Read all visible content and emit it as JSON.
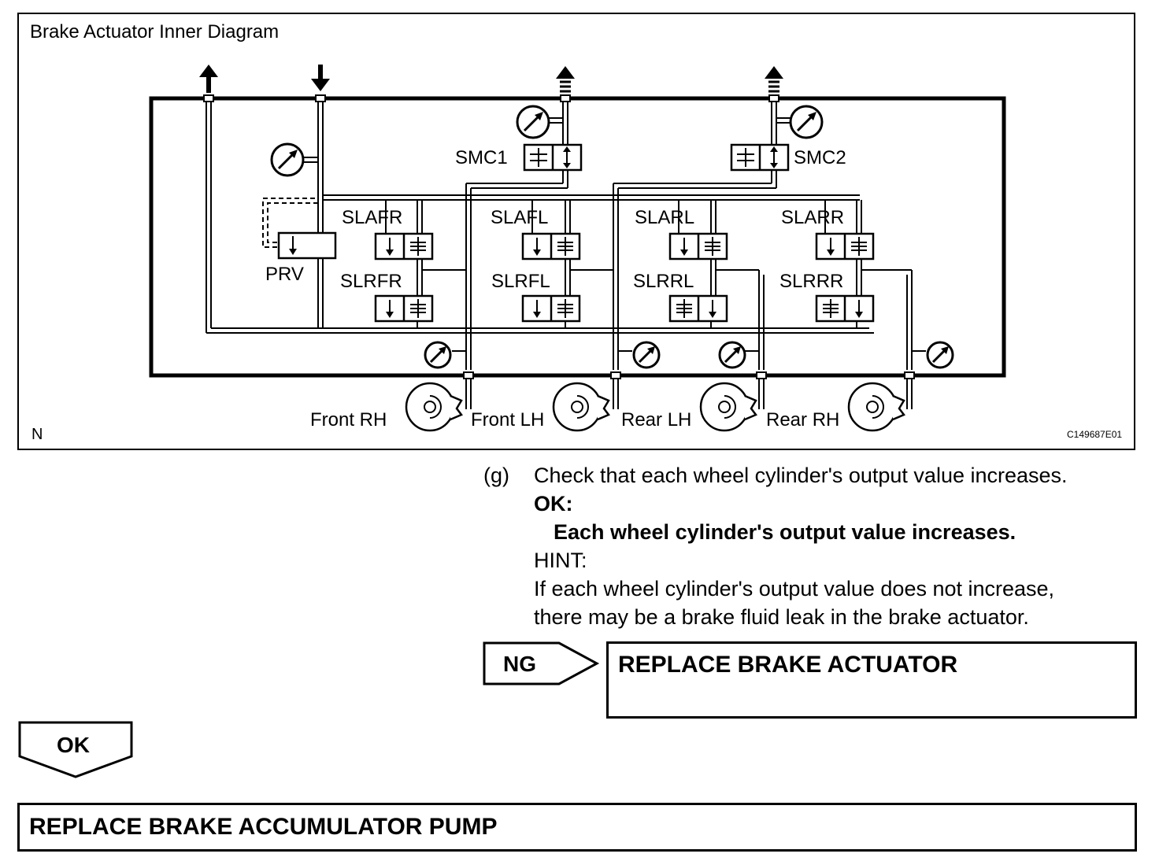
{
  "diagram": {
    "title": "Brake Actuator Inner Diagram",
    "corner_mark": "N",
    "figure_code": "C149687E01",
    "labels": {
      "smc1": "SMC1",
      "smc2": "SMC2",
      "slafr": "SLAFR",
      "slafl": "SLAFL",
      "slarl": "SLARL",
      "slarr": "SLARR",
      "slrfr": "SLRFR",
      "slrfl": "SLRFL",
      "slrrl": "SLRRL",
      "slrrr": "SLRRR",
      "prv": "PRV",
      "front_rh": "Front RH",
      "front_lh": "Front LH",
      "rear_lh": "Rear LH",
      "rear_rh": "Rear RH"
    }
  },
  "step": {
    "marker": "(g)",
    "instruction": "Check that each wheel cylinder's output value increases.",
    "ok_label": "OK:",
    "ok_result": "Each wheel cylinder's output value increases.",
    "hint_label": "HINT:",
    "hint_line1": "If each wheel cylinder's output value does not increase,",
    "hint_line2": "there may be a brake fluid leak in the brake actuator."
  },
  "ng_branch": {
    "tag": "NG",
    "action": "REPLACE BRAKE ACTUATOR"
  },
  "ok_branch": {
    "tag": "OK",
    "action": "REPLACE BRAKE ACCUMULATOR PUMP"
  }
}
